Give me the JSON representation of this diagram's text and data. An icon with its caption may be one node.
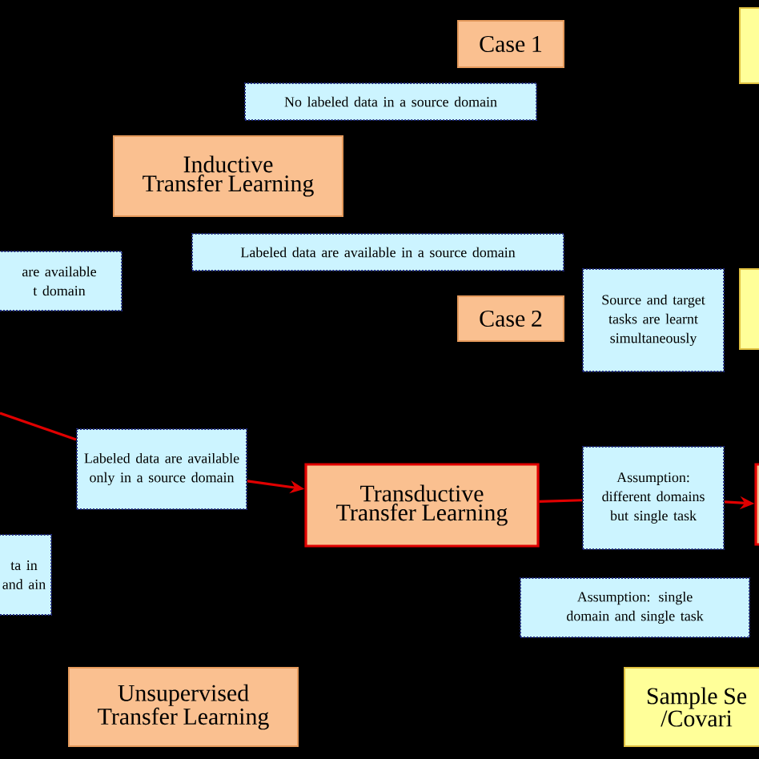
{
  "diagram": {
    "nodes": [
      {
        "text": [
          "Case 1"
        ]
      },
      {
        "text": [
          "No labeled data in a source domain"
        ]
      },
      {
        "text": [
          "Inductive Transfer Learning"
        ]
      },
      {
        "text": [
          "Labeled data are available  in a source domain"
        ]
      },
      {
        "text": [
          "are available t domain"
        ]
      },
      {
        "text": [
          "Case 2"
        ]
      },
      {
        "text": [
          "Source and target tasks are learnt simultaneously"
        ]
      },
      {
        "text": [],
        "shape": "box"
      },
      {
        "text": [],
        "shape": "box"
      },
      {
        "text": [
          "Labeled data are available  only in a source domain"
        ]
      },
      {
        "text": [
          "Transductive Transfer Learning"
        ]
      },
      {
        "text": [
          "Assumption: different domains but single task"
        ]
      },
      {
        "text": [],
        "shape": "box"
      },
      {
        "text": [
          "ta in and ain"
        ]
      },
      {
        "text": [
          "Assumption: single domain and single task"
        ]
      },
      {
        "text": [
          "Unsupervised Transfer Learning"
        ]
      },
      {
        "text": [
          "Sample Se /Covari"
        ]
      }
    ],
    "edges": [
      {
        "from": null,
        "to": 9,
        "arrow": "none"
      },
      {
        "from": 9,
        "to": 10,
        "arrow": "to"
      },
      {
        "from": 10,
        "to": 11,
        "arrow": "none"
      },
      {
        "from": 11,
        "to": 12,
        "arrow": "to"
      }
    ]
  }
}
